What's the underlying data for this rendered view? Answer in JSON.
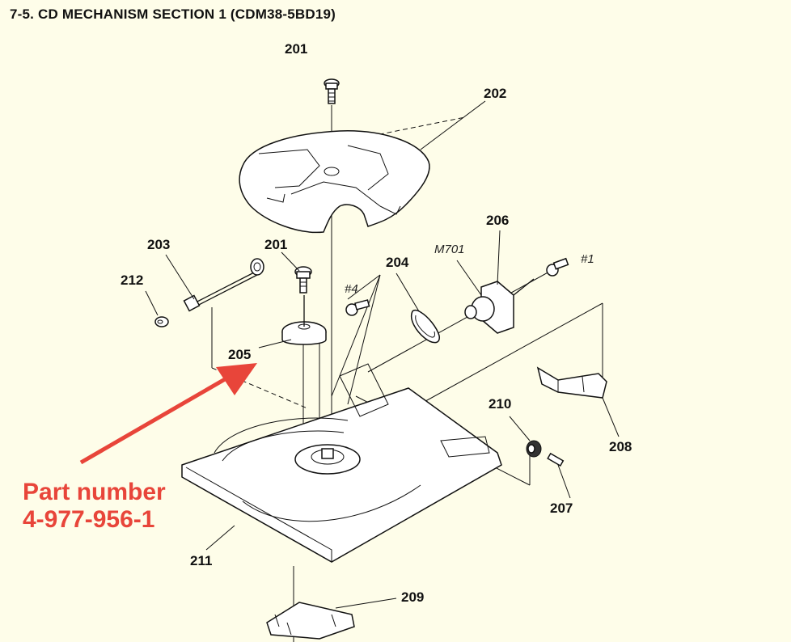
{
  "title": "7-5. CD MECHANISM SECTION 1 (CDM38-5BD19)",
  "callouts": {
    "c201a": "201",
    "c202": "202",
    "c201b": "201",
    "c203": "203",
    "c212": "212",
    "c204": "204",
    "m701": "M701",
    "c206": "206",
    "h1": "#1",
    "h4": "#4",
    "c205": "205",
    "c210": "210",
    "c208": "208",
    "c207": "207",
    "c211": "211",
    "c209": "209"
  },
  "annotation": {
    "line1": "Part number",
    "line2": "4-977-956-1",
    "color": "#e8453a"
  },
  "colors": {
    "background": "#fefde9",
    "ink": "#111111",
    "arrow": "#e8453a"
  }
}
